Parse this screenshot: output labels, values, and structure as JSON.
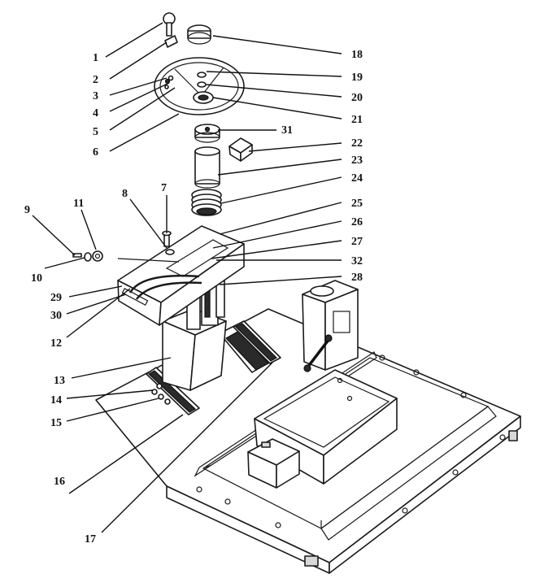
{
  "callouts": [
    {
      "id": "c1",
      "label": "1"
    },
    {
      "id": "c2",
      "label": "2"
    },
    {
      "id": "c3",
      "label": "3"
    },
    {
      "id": "c4",
      "label": "4"
    },
    {
      "id": "c5",
      "label": "5"
    },
    {
      "id": "c6",
      "label": "6"
    },
    {
      "id": "c7",
      "label": "7"
    },
    {
      "id": "c8",
      "label": "8"
    },
    {
      "id": "c9",
      "label": "9"
    },
    {
      "id": "c10",
      "label": "10"
    },
    {
      "id": "c11",
      "label": "11"
    },
    {
      "id": "c12",
      "label": "12"
    },
    {
      "id": "c13",
      "label": "13"
    },
    {
      "id": "c14",
      "label": "14"
    },
    {
      "id": "c15",
      "label": "15"
    },
    {
      "id": "c16",
      "label": "16"
    },
    {
      "id": "c17",
      "label": "17"
    },
    {
      "id": "c18",
      "label": "18"
    },
    {
      "id": "c19",
      "label": "19"
    },
    {
      "id": "c20",
      "label": "20"
    },
    {
      "id": "c21",
      "label": "21"
    },
    {
      "id": "c22",
      "label": "22"
    },
    {
      "id": "c23",
      "label": "23"
    },
    {
      "id": "c24",
      "label": "24"
    },
    {
      "id": "c25",
      "label": "25"
    },
    {
      "id": "c26",
      "label": "26"
    },
    {
      "id": "c27",
      "label": "27"
    },
    {
      "id": "c28",
      "label": "28"
    },
    {
      "id": "c29",
      "label": "29"
    },
    {
      "id": "c30",
      "label": "30"
    },
    {
      "id": "c31",
      "label": "31"
    },
    {
      "id": "c32",
      "label": "32"
    }
  ]
}
